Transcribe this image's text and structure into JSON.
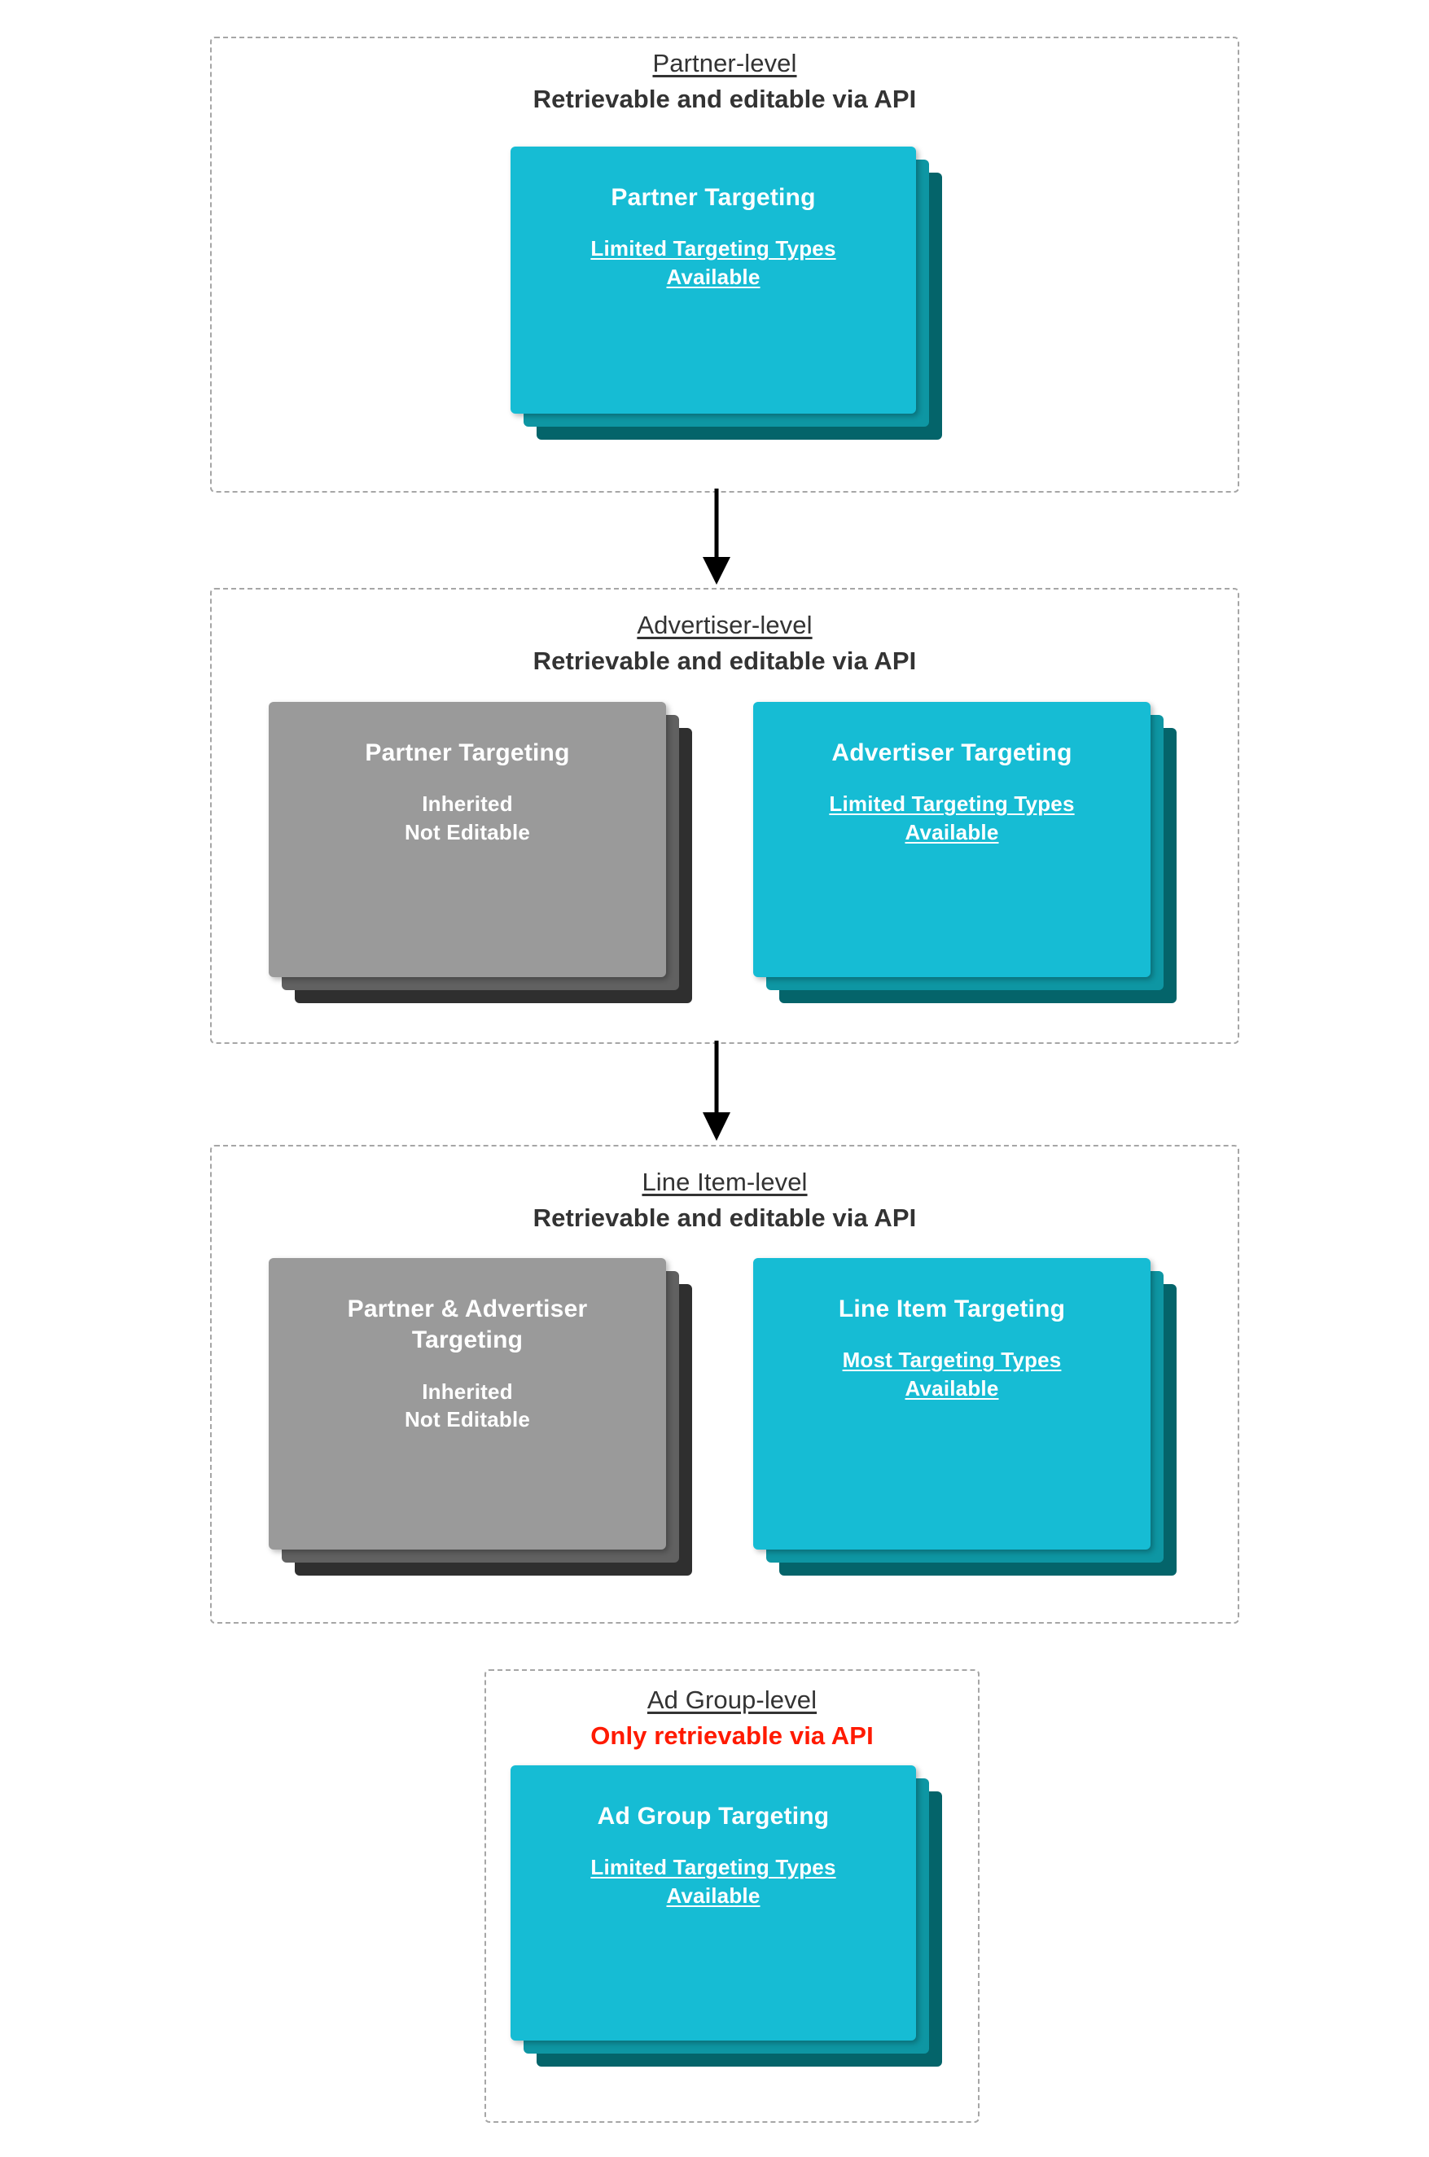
{
  "palette": {
    "card_front_teal": "#16bcd4",
    "card_mid_teal": "#0e96a3",
    "card_back_teal": "#04646a",
    "card_front_gray": "#9a9a9a",
    "card_mid_gray": "#616161",
    "card_back_gray": "#2f2f2f",
    "heading_text": "#333333",
    "alert_text": "#ff1a00",
    "dashed_border": "#a6a6a6",
    "arrow": "#000000"
  },
  "levels": [
    {
      "id": "partner",
      "title": "Partner-level",
      "subtitle": "Retrievable and editable via API",
      "subtitle_alert": false,
      "cards": [
        {
          "id": "partner-targeting",
          "title": "Partner Targeting",
          "note": "Limited Targeting Types Available",
          "note_line1": "Limited Targeting Types",
          "note_line2": "Available",
          "style": "teal",
          "underlined_note": true
        }
      ]
    },
    {
      "id": "advertiser",
      "title": "Advertiser-level",
      "subtitle": "Retrievable and editable via API",
      "subtitle_alert": false,
      "cards": [
        {
          "id": "inherited-partner-targeting",
          "title": "Partner Targeting",
          "note": "Inherited Not Editable",
          "note_line1": "Inherited",
          "note_line2": "Not Editable",
          "style": "gray",
          "underlined_note": false
        },
        {
          "id": "advertiser-targeting",
          "title": "Advertiser Targeting",
          "note": "Limited Targeting Types Available",
          "note_line1": "Limited Targeting Types",
          "note_line2": "Available",
          "style": "teal",
          "underlined_note": true
        }
      ]
    },
    {
      "id": "line-item",
      "title": "Line Item-level",
      "subtitle": "Retrievable and editable via API",
      "subtitle_alert": false,
      "cards": [
        {
          "id": "inherited-partner-advertiser-targeting",
          "title": "Partner & Advertiser Targeting",
          "note": "Inherited Not Editable",
          "note_line1": "Inherited",
          "note_line2": "Not Editable",
          "style": "gray",
          "underlined_note": false
        },
        {
          "id": "line-item-targeting",
          "title": "Line Item Targeting",
          "note": "Most Targeting Types Available",
          "note_line1": "Most Targeting Types",
          "note_line2": "Available",
          "style": "teal",
          "underlined_note": true
        }
      ]
    },
    {
      "id": "ad-group",
      "title": "Ad Group-level",
      "subtitle": "Only retrievable via API",
      "subtitle_alert": true,
      "cards": [
        {
          "id": "ad-group-targeting",
          "title": "Ad Group Targeting",
          "note": "Limited Targeting Types Available",
          "note_line1": "Limited Targeting Types",
          "note_line2": "Available",
          "style": "teal",
          "underlined_note": true
        }
      ]
    }
  ],
  "connectors": [
    {
      "id": "partner-to-advertiser",
      "name": "arrow-partner-to-advertiser"
    },
    {
      "id": "advertiser-to-line-item",
      "name": "arrow-advertiser-to-line-item"
    }
  ]
}
